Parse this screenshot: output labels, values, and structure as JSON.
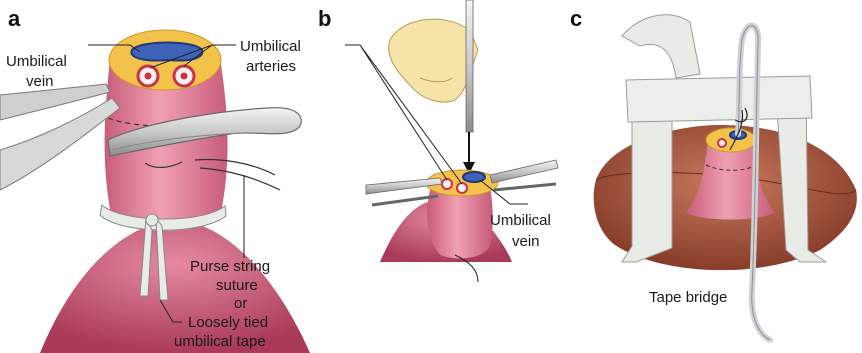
{
  "panels": {
    "a": {
      "letter": "a",
      "labels": {
        "umbilical_vein_1": "Umbilical",
        "umbilical_vein_2": "vein",
        "umbilical_arteries_1": "Umbilical",
        "umbilical_arteries_2": "arteries",
        "purse_string_1": "Purse string",
        "purse_string_2": "suture",
        "or": "or",
        "loosely_tied_1": "Loosely tied",
        "loosely_tied_2": "umbilical tape"
      }
    },
    "b": {
      "letter": "b",
      "labels": {
        "umbilical_vein_1": "Umbilical",
        "umbilical_vein_2": "vein"
      }
    },
    "c": {
      "letter": "c",
      "labels": {
        "tape_bridge": "Tape bridge"
      }
    }
  },
  "colors": {
    "stump": "#e27a92",
    "stump_dark": "#c05a78",
    "skin": "#b5405f",
    "cut_surface": "#f2c24a",
    "vein": "#3f63b8",
    "artery_ring": "#f3f0ef",
    "artery_red": "#c8334a",
    "abdomen": "#8a3b2a",
    "tape": "#e9ece6",
    "hand": "#f6e3a8"
  }
}
